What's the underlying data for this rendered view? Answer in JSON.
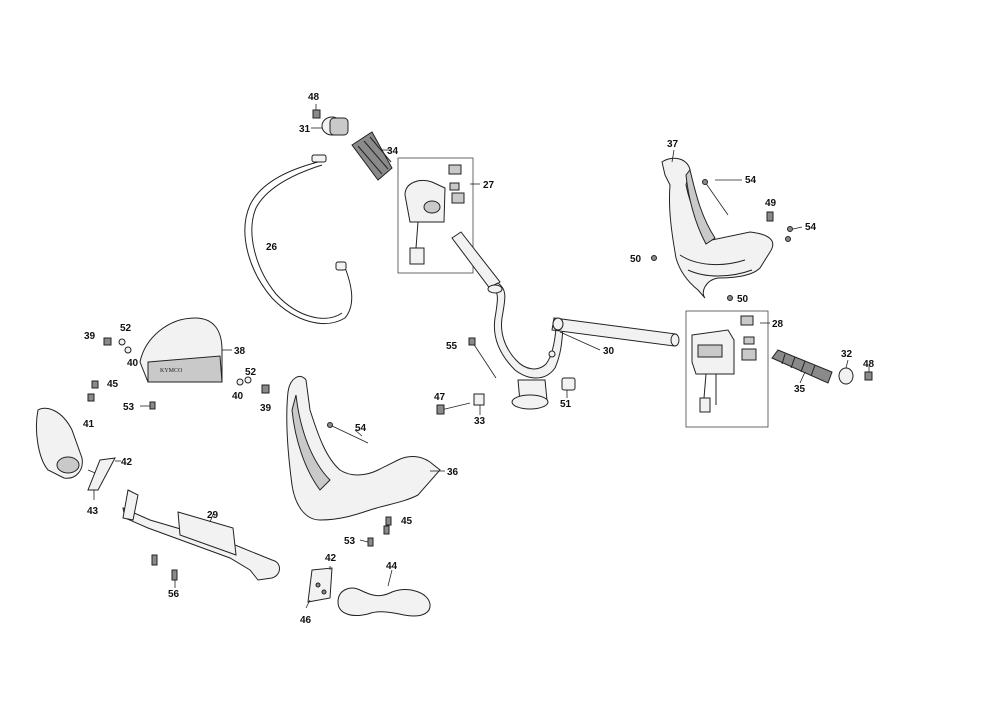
{
  "brand_logo": "KYMCO",
  "callouts": [
    "26",
    "27",
    "28",
    "29",
    "30",
    "31",
    "32",
    "33",
    "34",
    "35",
    "36",
    "37",
    "38",
    "39",
    "40",
    "41",
    "42",
    "43",
    "44",
    "45",
    "46",
    "47",
    "48",
    "49",
    "50",
    "51",
    "52",
    "53",
    "54",
    "55",
    "56"
  ]
}
